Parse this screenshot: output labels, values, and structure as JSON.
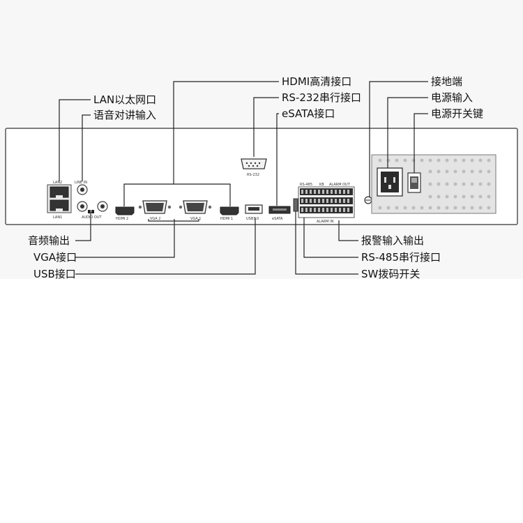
{
  "callouts": {
    "lan": "LAN以太网口",
    "line_in": "语音对讲输入",
    "hdmi": "HDMI高清接口",
    "rs232": "RS-232串行接口",
    "esata": "eSATA接口",
    "ground": "接地端",
    "power_in": "电源输入",
    "power_switch": "电源开关键",
    "audio_out": "音频输出",
    "vga": "VGA接口",
    "usb": "USB接口",
    "alarm": "报警输入输出",
    "rs485": "RS-485串行接口",
    "sw": "SW拨码开关"
  },
  "panel_labels": {
    "lan2": "LAN2",
    "lan1": "LAN1",
    "line_in": "LINE IN",
    "audio_out": "AUDIO OUT",
    "hdmi2": "HDMI 2",
    "hdmi1": "HDMI 1",
    "vga2": "VGA 2",
    "vga1": "VGA 1",
    "usb": "USB3.0",
    "esata": "eSATA",
    "rs232": "RS-232",
    "rs485": "RS-485",
    "kb": "KB",
    "alarm_out": "ALARM OUT",
    "alarm_in": "ALARM IN"
  }
}
